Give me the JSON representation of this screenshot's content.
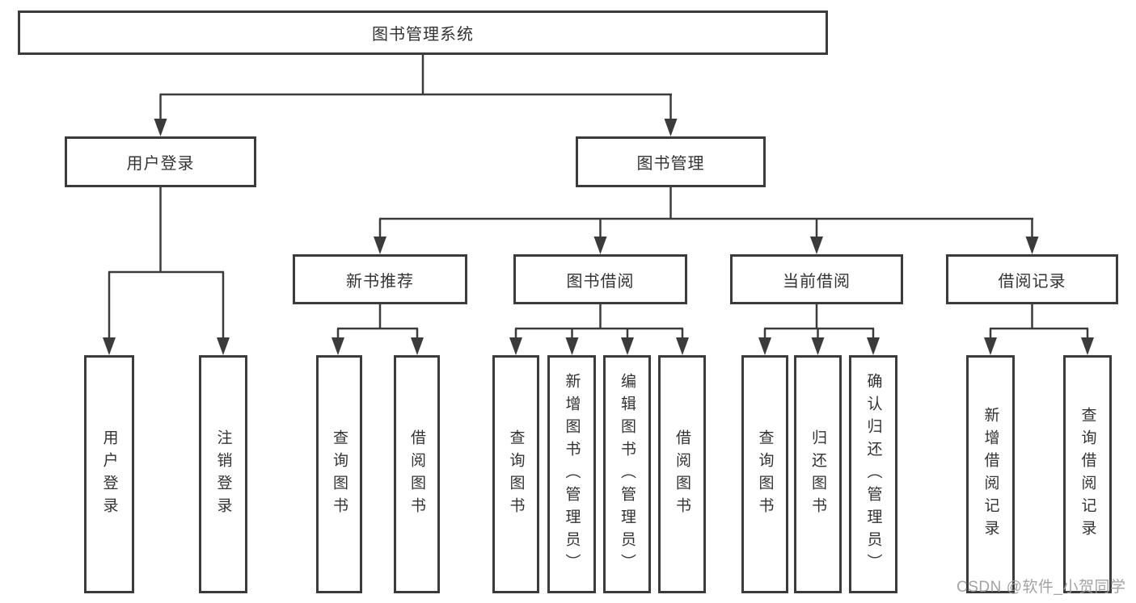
{
  "title": "图书管理系统",
  "tree": {
    "label": "图书管理系统",
    "children": [
      {
        "label": "用户登录",
        "children": [
          {
            "label": "用户登录"
          },
          {
            "label": "注销登录"
          }
        ]
      },
      {
        "label": "图书管理",
        "children": [
          {
            "label": "新书推荐",
            "children": [
              {
                "label": "查询图书"
              },
              {
                "label": "借阅图书"
              }
            ]
          },
          {
            "label": "图书借阅",
            "children": [
              {
                "label": "查询图书"
              },
              {
                "label": "新增图书（管理员）"
              },
              {
                "label": "编辑图书（管理员）"
              },
              {
                "label": "借阅图书"
              }
            ]
          },
          {
            "label": "当前借阅",
            "children": [
              {
                "label": "查询图书"
              },
              {
                "label": "归还图书"
              },
              {
                "label": "确认归还（管理员）"
              }
            ]
          },
          {
            "label": "借阅记录",
            "children": [
              {
                "label": "新增借阅记录"
              },
              {
                "label": "查询借阅记录"
              }
            ]
          }
        ]
      }
    ]
  },
  "watermark": "CSDN @软件_小贺同学",
  "colors": {
    "line": "#3b3b3b",
    "box_border": "#3b3b3b",
    "box_fill": "#ffffff",
    "text": "#333333",
    "watermark": "#9c9c9c",
    "background": "#ffffff"
  }
}
